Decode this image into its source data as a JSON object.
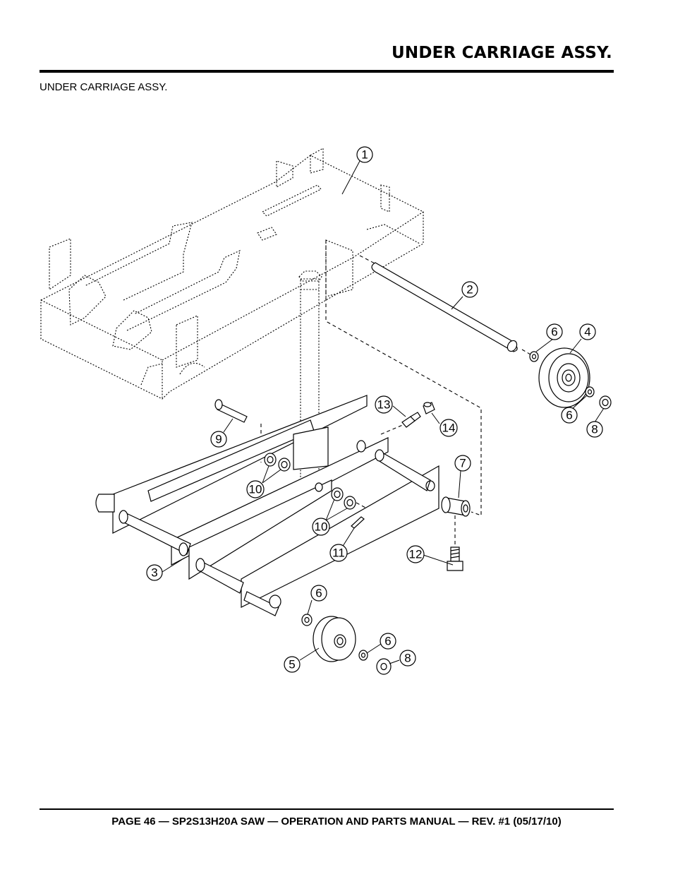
{
  "header": {
    "title": "UNDER CARRIAGE ASSY."
  },
  "section": {
    "label": "UNDER CARRIAGE ASSY."
  },
  "callouts": [
    {
      "number": "1"
    },
    {
      "number": "2"
    },
    {
      "number": "3"
    },
    {
      "number": "4"
    },
    {
      "number": "5"
    },
    {
      "number": "6"
    },
    {
      "number": "6"
    },
    {
      "number": "6"
    },
    {
      "number": "6"
    },
    {
      "number": "7"
    },
    {
      "number": "8"
    },
    {
      "number": "8"
    },
    {
      "number": "9"
    },
    {
      "number": "10"
    },
    {
      "number": "10"
    },
    {
      "number": "11"
    },
    {
      "number": "12"
    },
    {
      "number": "13"
    },
    {
      "number": "14"
    }
  ],
  "footer": {
    "text": "PAGE 46 — SP2S13H20A SAW — OPERATION AND PARTS MANUAL — REV. #1 (05/17/10)"
  }
}
